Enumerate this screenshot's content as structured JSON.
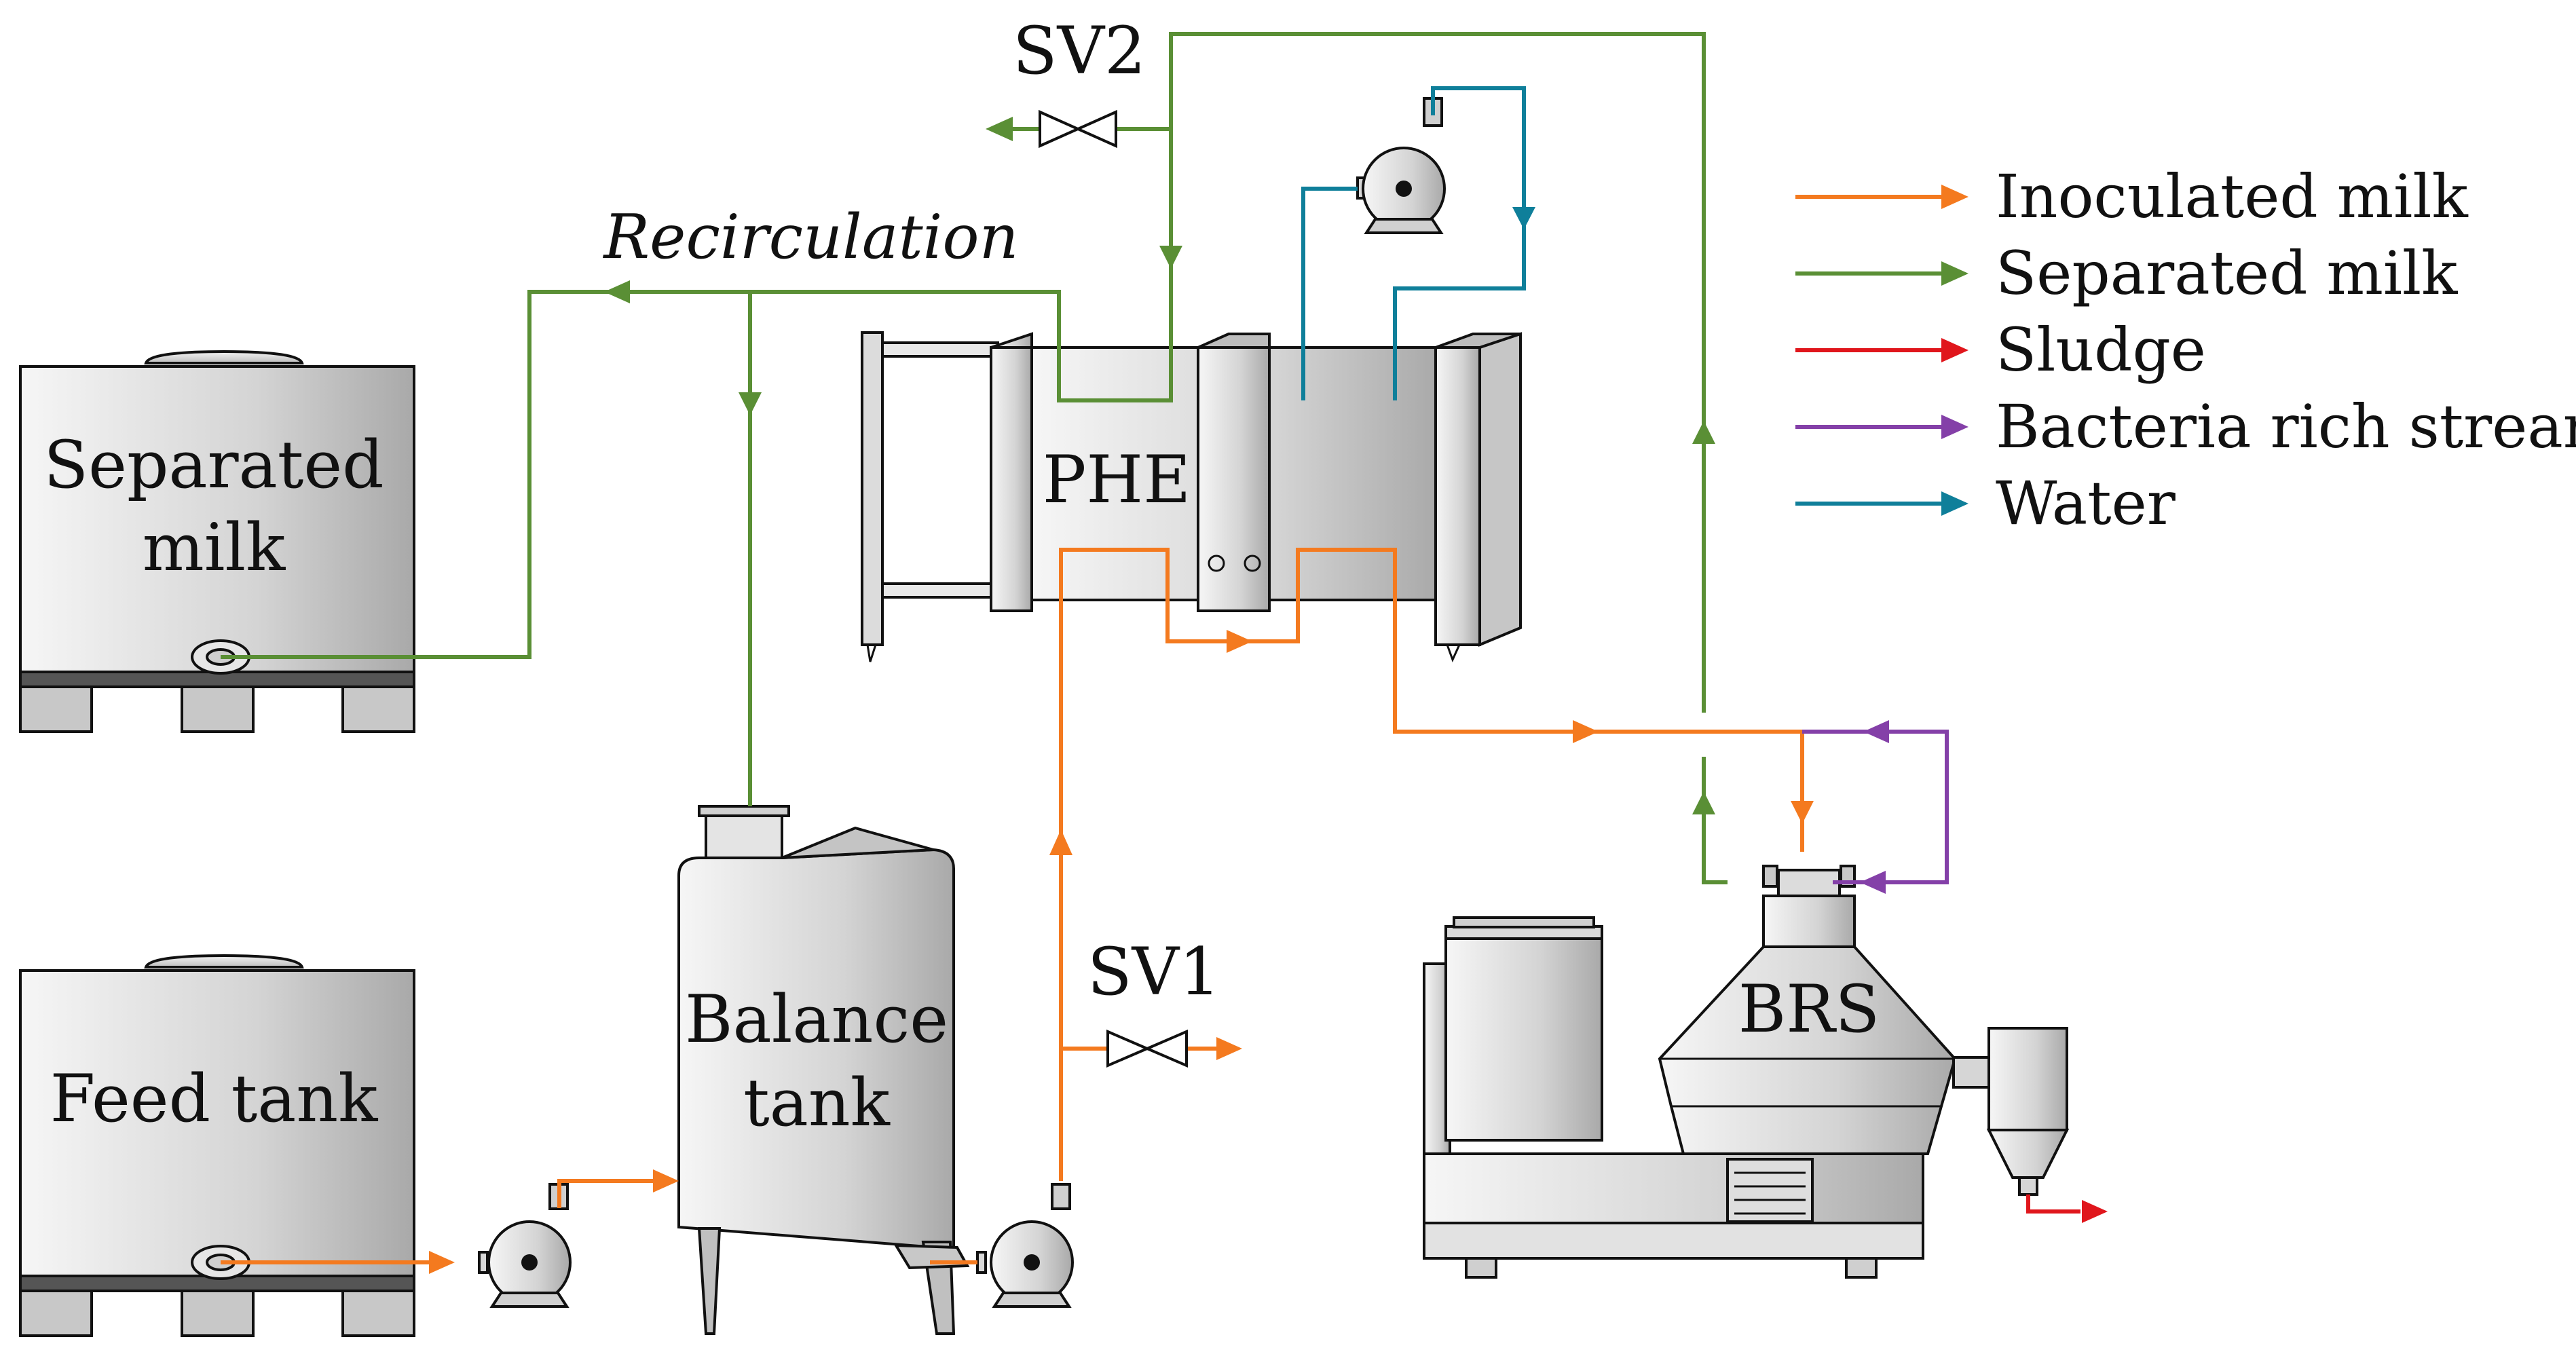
{
  "colors": {
    "inoculated": "#f47a1f",
    "separated": "#5a8f35",
    "sludge": "#e0161c",
    "bacteria": "#8440a8",
    "water": "#0f7f9a",
    "outline": "#111111"
  },
  "labels": {
    "sv2": "SV2",
    "sv1": "SV1",
    "recirculation": "Recirculation",
    "phe": "PHE",
    "brs": "BRS",
    "separated_tank_line1": "Separated",
    "separated_tank_line2": "milk",
    "feed_tank": "Feed tank",
    "balance_line1": "Balance",
    "balance_line2": "tank"
  },
  "legend": [
    {
      "label": "Inoculated milk",
      "color": "#f47a1f"
    },
    {
      "label": "Separated milk",
      "color": "#5a8f35"
    },
    {
      "label": "Sludge",
      "color": "#e0161c"
    },
    {
      "label": "Bacteria rich stream",
      "color": "#8440a8"
    },
    {
      "label": "Water",
      "color": "#0f7f9a"
    }
  ]
}
